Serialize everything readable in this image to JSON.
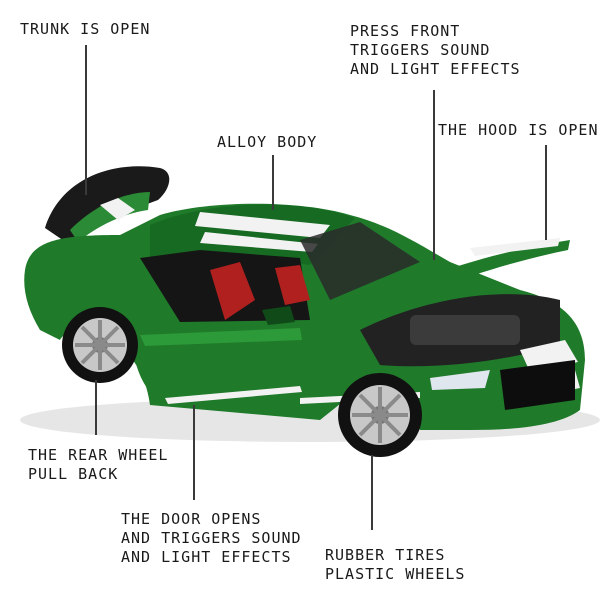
{
  "callouts": {
    "trunk": [
      "TRUNK IS OPEN"
    ],
    "press_front": [
      "PRESS FRONT",
      "TRIGGERS SOUND",
      "AND LIGHT EFFECTS"
    ],
    "alloy_body": [
      "ALLOY BODY"
    ],
    "hood": [
      "THE HOOD IS OPEN"
    ],
    "rear_wheel": [
      "THE REAR WHEEL",
      "PULL BACK"
    ],
    "door": [
      "THE DOOR OPENS",
      "AND TRIGGERS SOUND",
      "AND LIGHT EFFECTS"
    ],
    "tires": [
      "RUBBER TIRES",
      "PLASTIC WHEELS"
    ]
  },
  "colors": {
    "body_green": "#1f7a2a",
    "body_dark": "#0f4a18",
    "stripe": "#f2f2f2",
    "interior_red": "#b0201e",
    "wheel": "#c8c8c8"
  }
}
